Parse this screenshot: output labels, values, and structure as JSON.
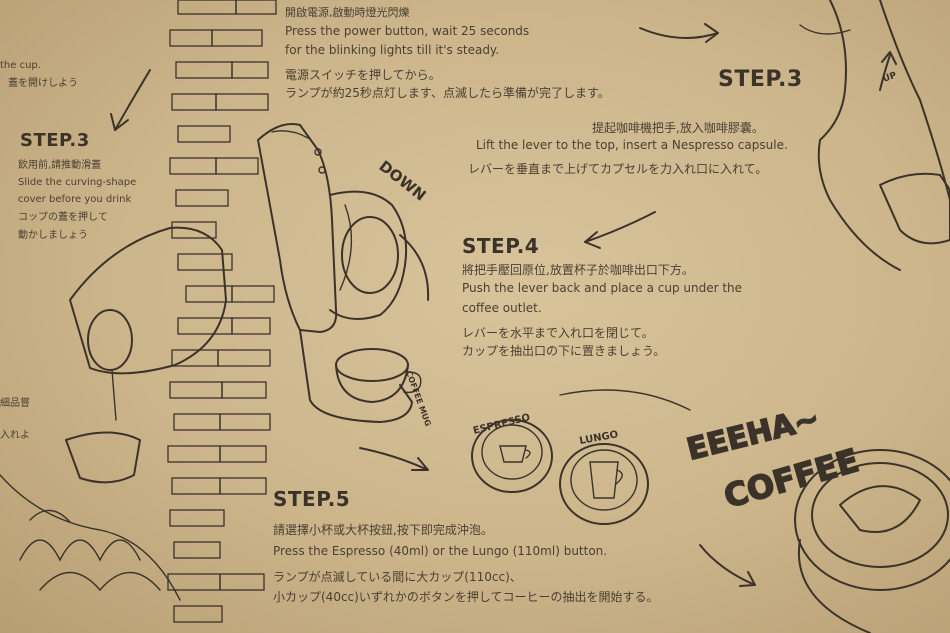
{
  "top_block": {
    "zh": "開啟電源,啟動時燈光閃爍",
    "en1": "Press the power button, wait 25 seconds",
    "en2": "for the blinking lights till it's steady.",
    "jp1": "電源スイッチを押してから。",
    "jp2": "ランプが約25秒点灯します、点滅したら準備が完了します。"
  },
  "left_block": {
    "frag1": "the cup.",
    "frag2": "蓋を開けしよう",
    "step": "STEP.3",
    "zh": "飲用前,請推動滑蓋",
    "en1": "Slide the curving-shape",
    "en2": "cover before you drink",
    "jp1": "コップの蓋を押して",
    "jp2": "動かしましょう",
    "frag3": "細品嘗",
    "frag4": "入れよ"
  },
  "step3_right": {
    "step": "STEP.3",
    "zh": "提起咖啡機把手,放入咖啡膠囊。",
    "en": "Lift the lever to the top, insert a Nespresso capsule.",
    "jp": "レバーを垂直まで上げてカプセルを力入れ口に入れて。"
  },
  "step4": {
    "step": "STEP.4",
    "zh": "將把手壓回原位,放置杯子於咖啡出口下方。",
    "en1": "Push the lever back and place a cup under the",
    "en2": "coffee outlet.",
    "jp1": "レバーを水平まで入れ口を閉じて。",
    "jp2": "カップを抽出口の下に置きましょう。"
  },
  "step5": {
    "step": "STEP.5",
    "zh": "請選擇小杯或大杯按鈕,按下即完成沖泡。",
    "en": "Press the Espresso (40ml) or the Lungo (110ml) button.",
    "jp1": "ランプが点滅している間に大カップ(110cc)、",
    "jp2": "小カップ(40cc)いずれかのボタンを押してコーヒーの抽出を開始する。"
  },
  "labels": {
    "down": "DOWN",
    "up": "UP",
    "coffee_mug": "COFFEE MUG",
    "espresso": "ESPRESSO",
    "lungo": "LUNGO",
    "banner1": "EEEHA~",
    "banner2": "COFFEE"
  }
}
